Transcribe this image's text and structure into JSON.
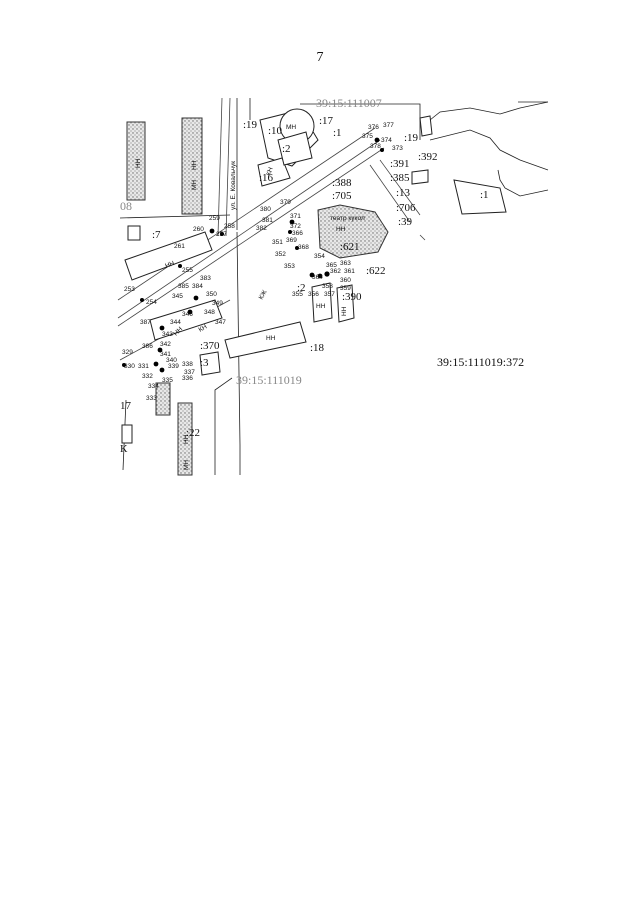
{
  "page_number": "7",
  "parcel_caption": "39:15:111019:372",
  "map": {
    "quarter_labels": [
      "39:15:111007",
      "39:15:111019"
    ],
    "street_label": "ул. Е. Ковальчук",
    "parcel_labels": [
      ":19",
      ":10",
      ":17",
      ":2",
      ":1",
      ":16",
      ":19",
      ":391",
      ":392",
      ":388",
      ":385",
      ":13",
      ":705",
      ":706",
      ":39",
      ":1",
      ":7",
      ":621",
      ":622",
      ":2",
      ":390",
      ":18",
      ":370",
      ":3",
      "17",
      ":22",
      "08",
      "К"
    ],
    "building_labels": [
      "МН",
      "НН",
      "НН",
      "НН",
      "КН",
      "КЖ",
      "НН",
      "НН",
      "НН",
      "МН",
      "КН",
      "НН",
      "НН",
      "МН",
      "НН"
    ],
    "theatre_label": "театр кукол",
    "point_labels": [
      "375",
      "376",
      "377",
      "374",
      "373",
      "378",
      "379",
      "380",
      "381",
      "382",
      "371",
      "372",
      "366",
      "369",
      "368",
      "351",
      "352",
      "353",
      "354",
      "362",
      "365",
      "363",
      "361",
      "360",
      "359",
      "358",
      "357",
      "356",
      "355",
      "383",
      "384",
      "385",
      "350",
      "349",
      "345",
      "346",
      "348",
      "347",
      "344",
      "343",
      "342",
      "341",
      "340",
      "339",
      "338",
      "337",
      "336",
      "335",
      "334",
      "333",
      "332",
      "331",
      "330",
      "329",
      "386",
      "387",
      "261",
      "260",
      "259",
      "258",
      "257",
      "255",
      "254",
      "253",
      "364"
    ]
  }
}
